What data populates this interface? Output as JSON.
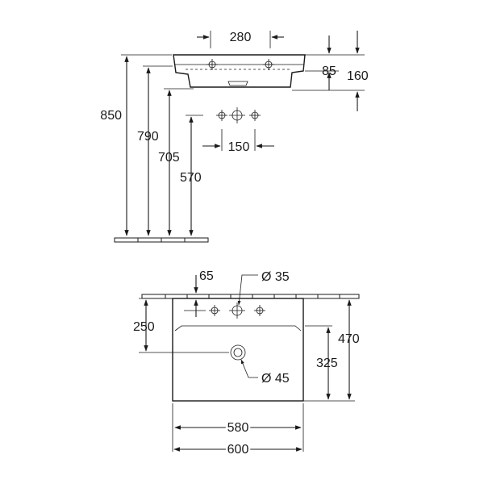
{
  "drawing": {
    "side_view": {
      "dims": {
        "hole_spacing_top": "280",
        "depth_85": "85",
        "total_160": "160",
        "height_850": "850",
        "height_790": "790",
        "height_705": "705",
        "height_570": "570",
        "tap_spacing": "150"
      }
    },
    "top_view": {
      "dims": {
        "offset_65": "65",
        "tap_hole_dia": "Ø 35",
        "depth_250": "250",
        "depth_470": "470",
        "depth_325": "325",
        "drain_dia": "Ø 45",
        "inner_width": "580",
        "outer_width": "600"
      }
    },
    "colors": {
      "line": "#1a1a1a",
      "background": "#ffffff"
    }
  }
}
